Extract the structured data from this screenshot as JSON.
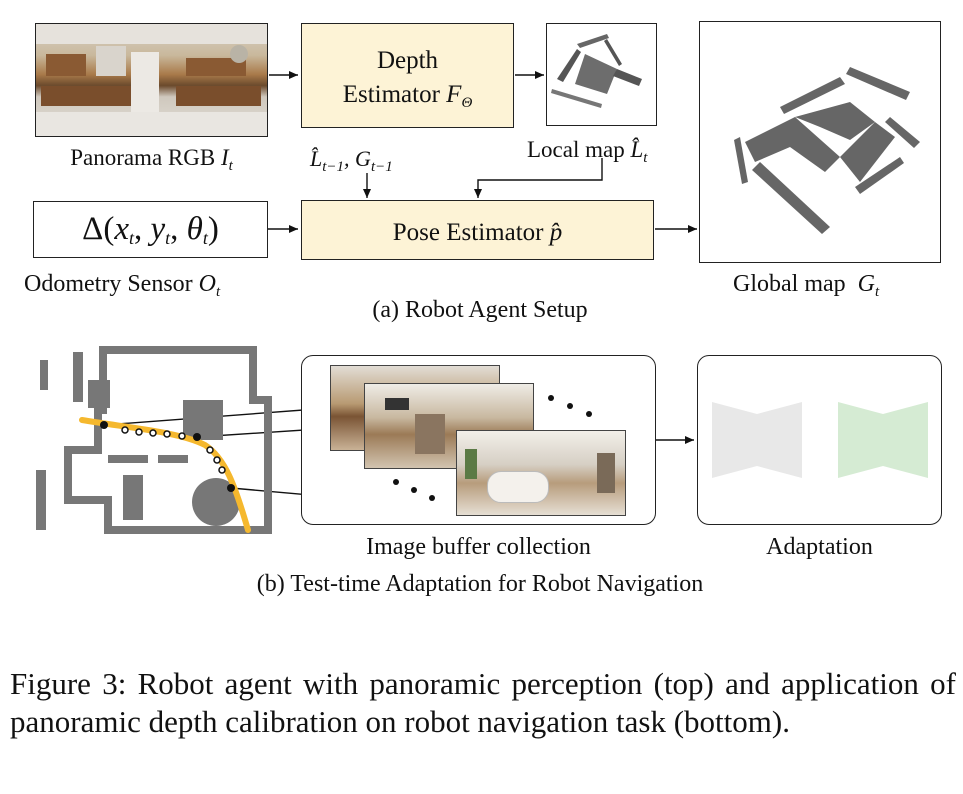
{
  "top": {
    "panorama_label": "Panorama RGB",
    "panorama_var": "I",
    "panorama_sub": "t",
    "depth_line1": "Depth",
    "depth_line2": "Estimator",
    "depth_var": "F",
    "depth_sub": "Θ",
    "local_map_label": "Local map",
    "local_map_var": "L̂",
    "local_map_sub": "t",
    "pose_inputs": "L̂",
    "pose_inputs_sub1": "t−1",
    "pose_inputs_mid": ", G",
    "pose_inputs_sub2": "t−1",
    "odometry_formula": "Δ(x",
    "odometry_formula_full": [
      "Δ(",
      "x",
      "t",
      ", ",
      "y",
      "t",
      ", ",
      "θ",
      "t",
      ")"
    ],
    "pose_label": "Pose Estimator",
    "pose_var": "p̂",
    "odometry_label": "Odometry Sensor",
    "odometry_var": "O",
    "odometry_sub": "t",
    "global_map_label": "Global map",
    "global_map_var": "G",
    "global_map_sub": "t",
    "section_a": "(a) Robot Agent Setup"
  },
  "bottom": {
    "buffer_label": "Image buffer collection",
    "adaptation_label": "Adaptation",
    "section_b": "(b) Test-time Adaptation for Robot Navigation"
  },
  "caption": "Figure 3: Robot agent with panoramic perception (top) and application of panoramic depth calibration on robot navigation task (bottom).",
  "colors": {
    "estimator_fill": "#fdf3d6",
    "trajectory": "#f5b82e",
    "map_gray": "#666666",
    "source_net": "#e8e8e8",
    "target_net": "#d5ebd3"
  },
  "icons": [
    "panorama-image",
    "local-map-image",
    "global-map-image",
    "floorplan-map",
    "panorama-stack",
    "network-icon"
  ]
}
